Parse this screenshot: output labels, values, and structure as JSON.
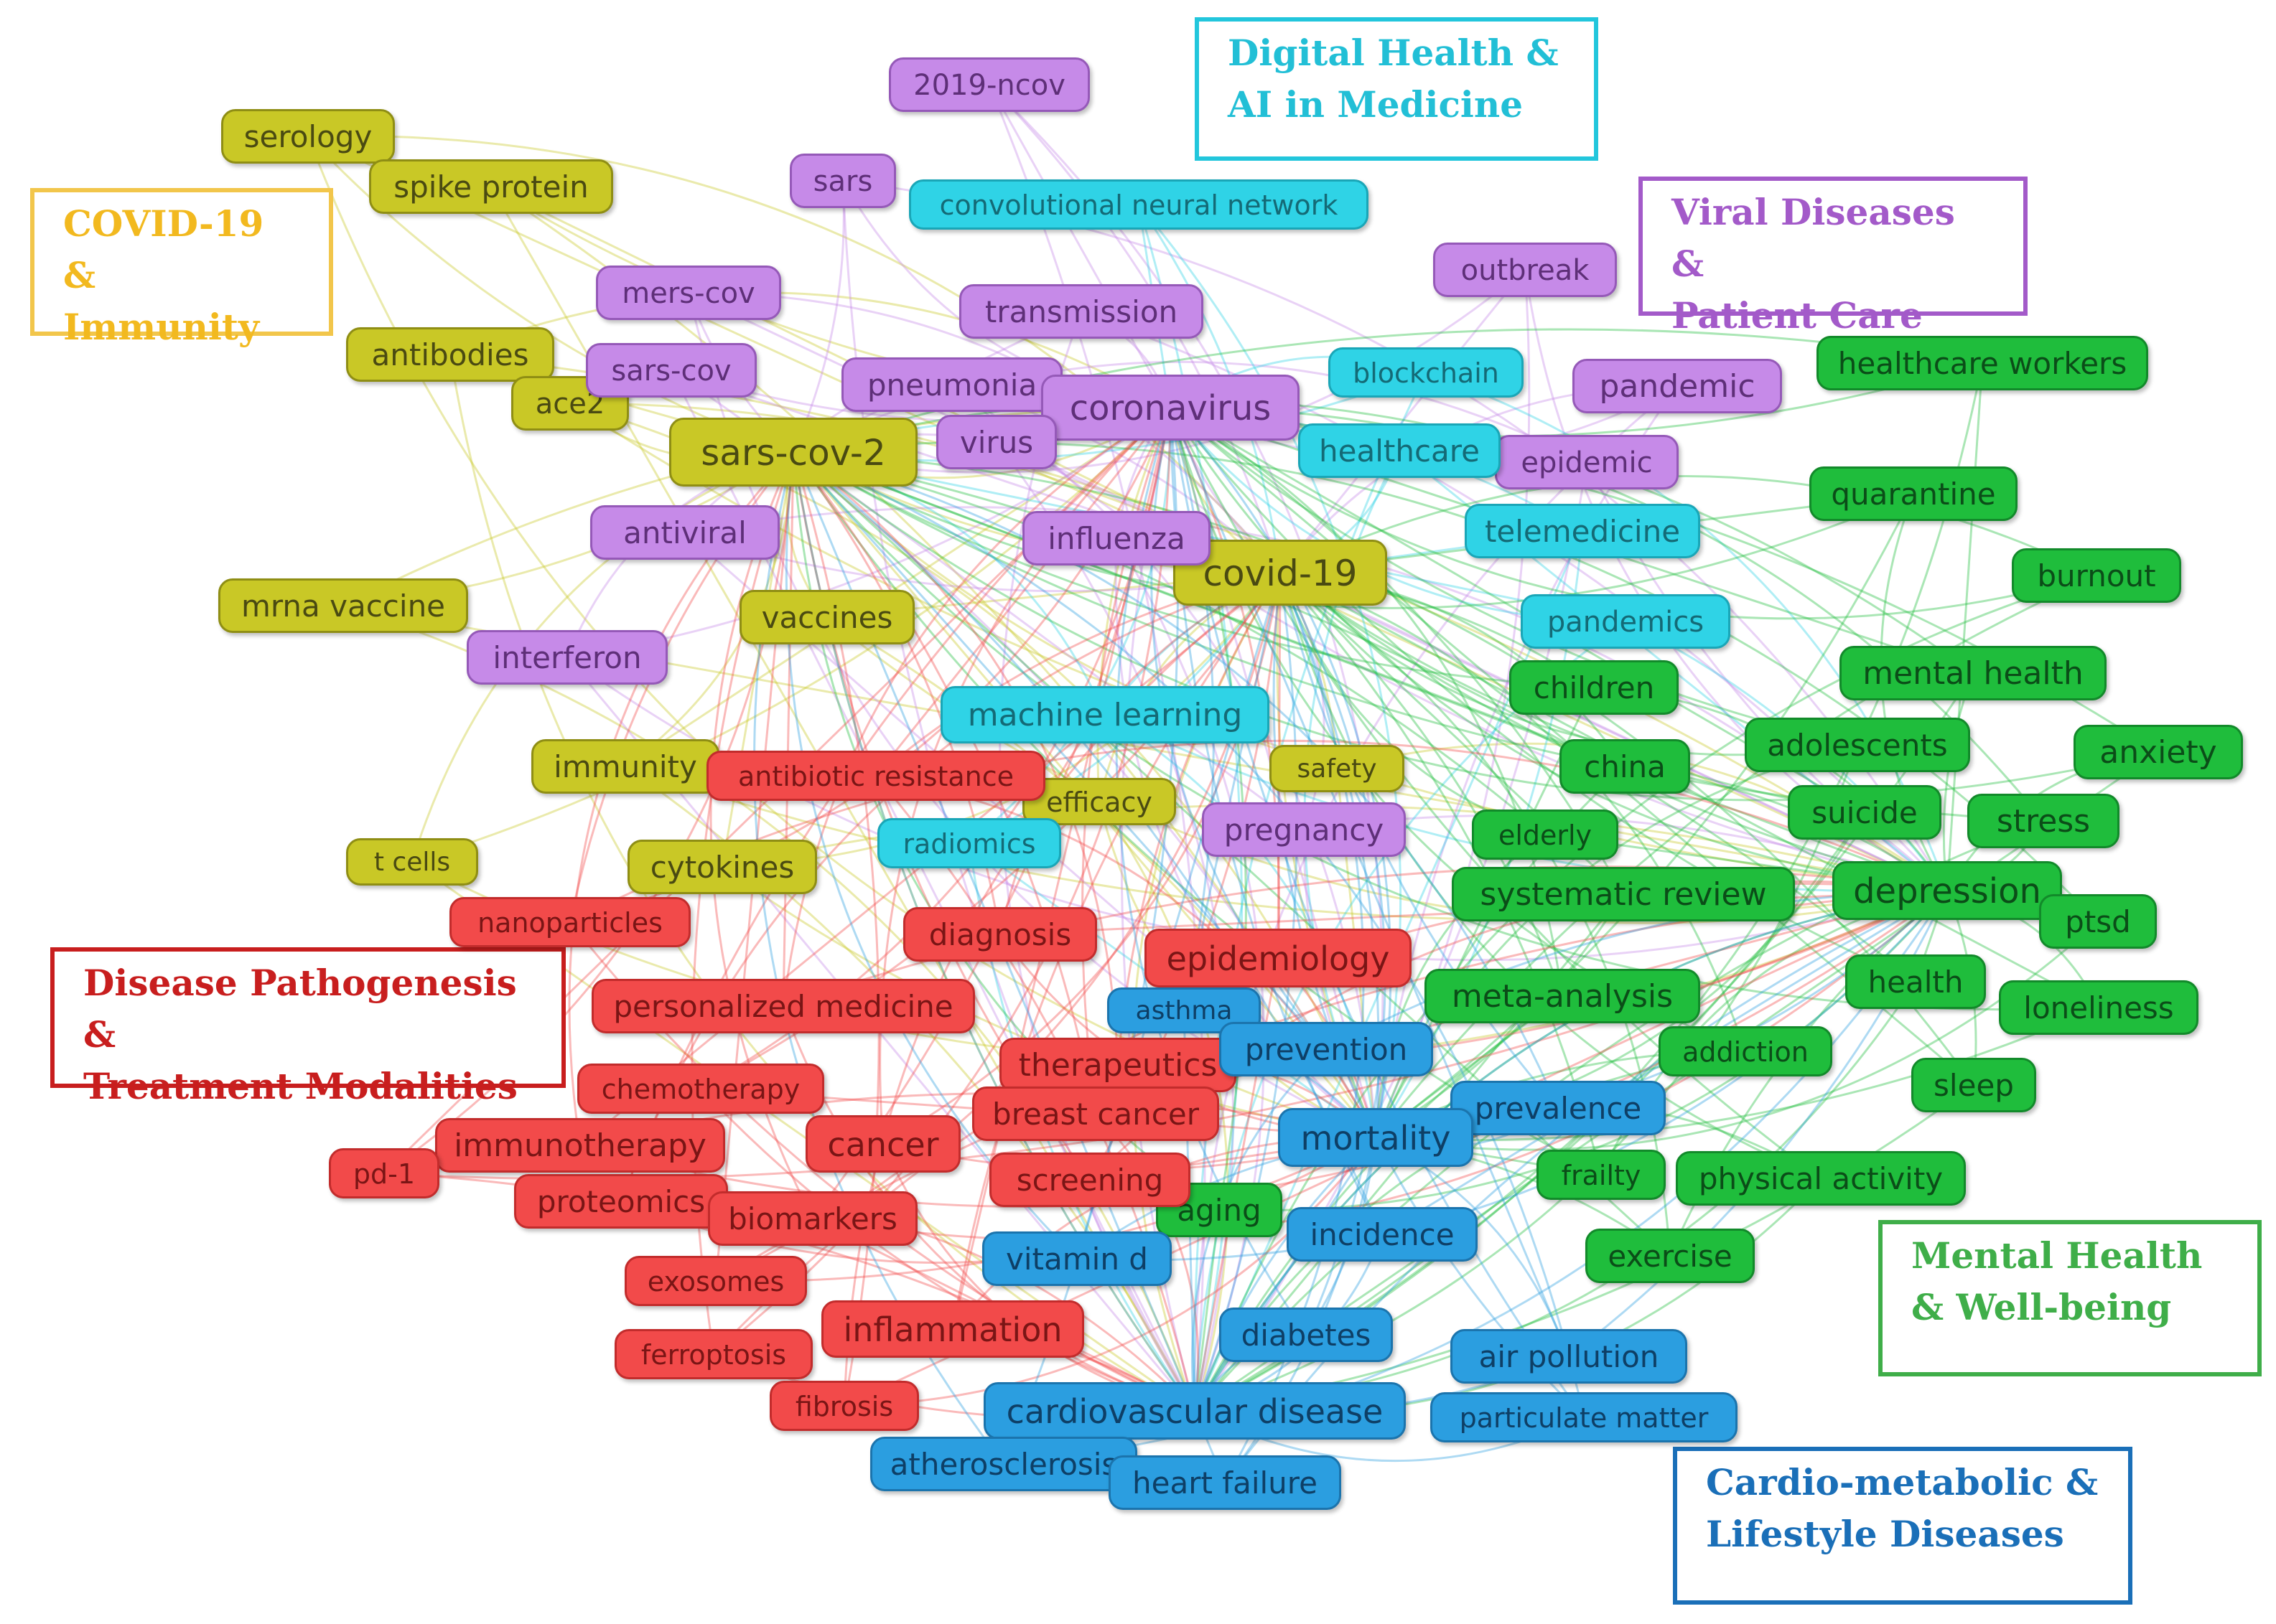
{
  "colors": {
    "yellow": "#c9c826",
    "purple": "#c68ae8",
    "cyan": "#2fd3e6",
    "green": "#1fbd3c",
    "red": "#f24a4a",
    "blue": "#2b9ee0"
  },
  "clusters": {
    "covid_immunity": {
      "label": "COVID-19\n& Immunity",
      "color": "#f2c64b"
    },
    "digital_health": {
      "label": "Digital Health &\nAI in Medicine",
      "color": "#22c6dc"
    },
    "viral_diseases": {
      "label": "Viral Diseases &\nPatient Care",
      "color": "#a35ac9"
    },
    "disease_pathogenesis": {
      "label": "Disease Pathogenesis &\nTreatment Modalities",
      "color": "#c81e1e"
    },
    "mental_health": {
      "label": "Mental Health\n& Well-being",
      "color": "#3fae49"
    },
    "cardio_metabolic": {
      "label": "Cardio-metabolic &\nLifestyle Diseases",
      "color": "#1a6fb8"
    }
  },
  "keywords": {
    "yellow": [
      "serology",
      "spike protein",
      "antibodies",
      "ace2",
      "sars-cov-2",
      "mrna vaccine",
      "vaccines",
      "covid-19",
      "immunity",
      "safety",
      "efficacy",
      "t cells",
      "cytokines"
    ],
    "purple": [
      "2019-ncov",
      "sars",
      "mers-cov",
      "sars-cov",
      "transmission",
      "pneumonia",
      "coronavirus",
      "virus",
      "outbreak",
      "pandemic",
      "epidemic",
      "antiviral",
      "influenza",
      "interferon",
      "pregnancy"
    ],
    "cyan": [
      "convolutional neural network",
      "blockchain",
      "healthcare",
      "telemedicine",
      "pandemics",
      "machine learning",
      "radiomics"
    ],
    "green": [
      "healthcare workers",
      "quarantine",
      "burnout",
      "mental health",
      "children",
      "adolescents",
      "anxiety",
      "china",
      "suicide",
      "stress",
      "elderly",
      "systematic review",
      "depression",
      "ptsd",
      "meta-analysis",
      "health",
      "loneliness",
      "addiction",
      "sleep",
      "frailty",
      "physical activity",
      "aging",
      "exercise"
    ],
    "red": [
      "antibiotic resistance",
      "nanoparticles",
      "diagnosis",
      "epidemiology",
      "personalized medicine",
      "therapeutics",
      "chemotherapy",
      "breast cancer",
      "immunotherapy",
      "cancer",
      "pd-1",
      "screening",
      "proteomics",
      "biomarkers",
      "exosomes",
      "inflammation",
      "ferroptosis",
      "fibrosis"
    ],
    "blue": [
      "asthma",
      "prevention",
      "prevalence",
      "mortality",
      "incidence",
      "vitamin d",
      "diabetes",
      "air pollution",
      "cardiovascular disease",
      "particulate matter",
      "atherosclerosis",
      "heart failure"
    ]
  }
}
